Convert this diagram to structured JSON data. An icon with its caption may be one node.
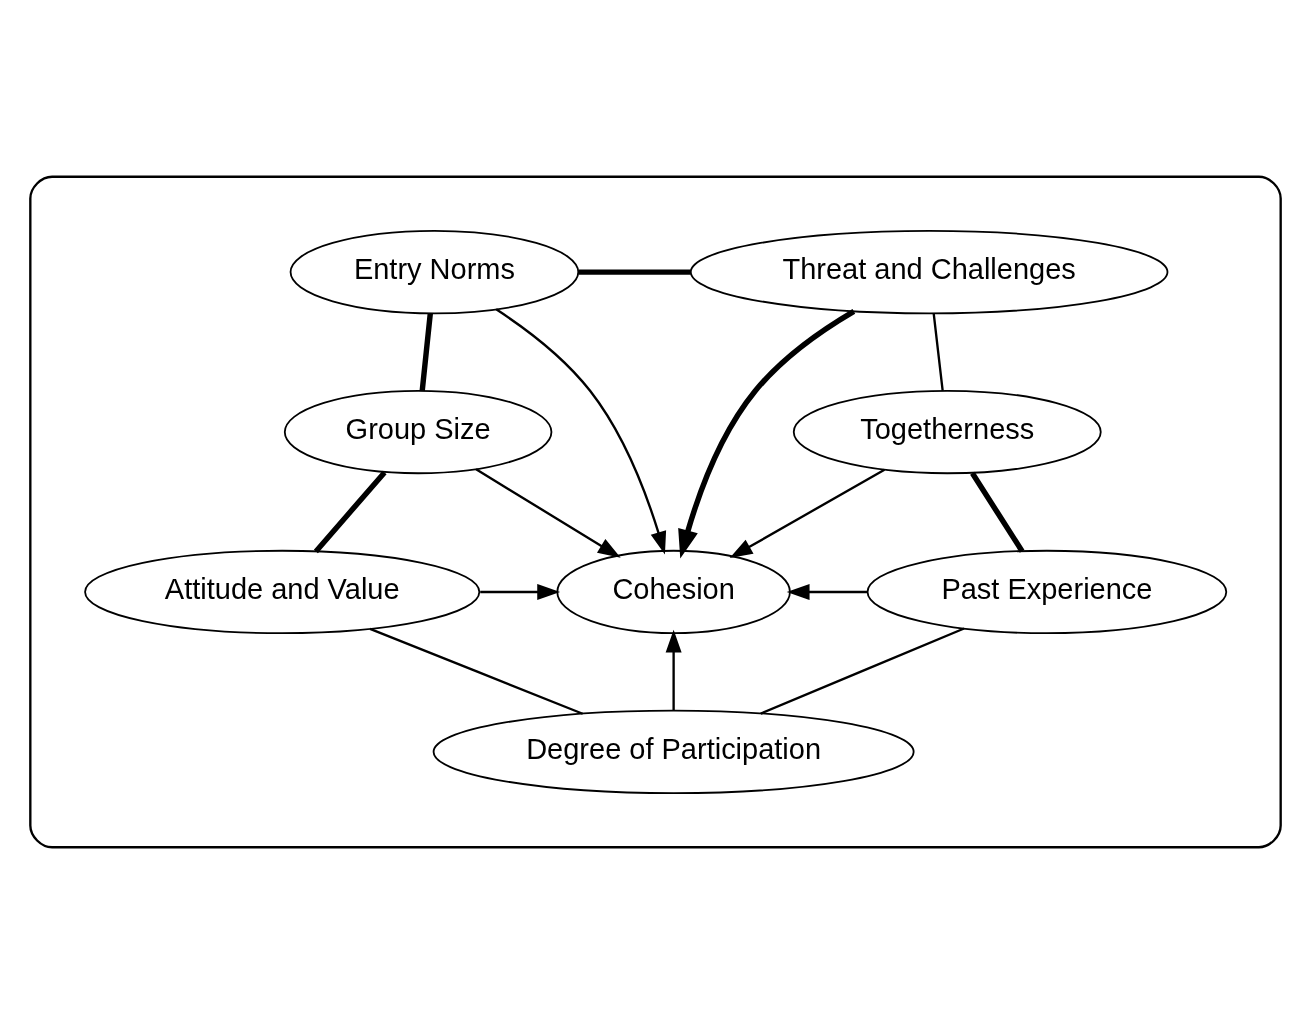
{
  "diagram": {
    "nodes": [
      {
        "text": [],
        "shape": "ellipse"
      },
      {
        "text": [
          "Threat and Challenges"
        ],
        "in": 0
      },
      {
        "text": [
          "Entry Norms"
        ],
        "in": 0
      },
      {
        "text": [
          "Togetherness"
        ],
        "in": 0
      },
      {
        "text": [
          "Group Size"
        ],
        "in": 0
      },
      {
        "text": [
          "Cohesion"
        ],
        "in": 0
      },
      {
        "text": [
          "Past Experience"
        ],
        "in": 0
      },
      {
        "text": [
          "Attitude and Value"
        ],
        "in": 0
      },
      {
        "text": [
          "Degree of Participation"
        ],
        "in": 0
      }
    ],
    "edges": [
      {
        "from": 1,
        "to": 2,
        "arrow": "none",
        "style": "thick"
      },
      {
        "from": 3,
        "to": 1,
        "arrow": "none"
      },
      {
        "from": 1,
        "to": 5,
        "arrow": "to",
        "style": "thick"
      },
      {
        "from": 2,
        "to": 5,
        "arrow": "to"
      },
      {
        "from": 2,
        "to": 4,
        "arrow": "none",
        "style": "thick"
      },
      {
        "from": 3,
        "to": 5,
        "arrow": "to"
      },
      {
        "from": 4,
        "to": 5,
        "arrow": "to"
      },
      {
        "from": 3,
        "to": 6,
        "arrow": "none",
        "style": "thick"
      },
      {
        "from": 6,
        "to": 5,
        "arrow": "to"
      },
      {
        "from": 4,
        "to": 7,
        "arrow": "none",
        "style": "thick"
      },
      {
        "from": 7,
        "to": 5,
        "arrow": "to"
      },
      {
        "from": 8,
        "to": 5,
        "arrow": "to"
      },
      {
        "from": 6,
        "to": 8,
        "arrow": "none"
      },
      {
        "from": 8,
        "to": 7,
        "arrow": "none"
      }
    ]
  }
}
